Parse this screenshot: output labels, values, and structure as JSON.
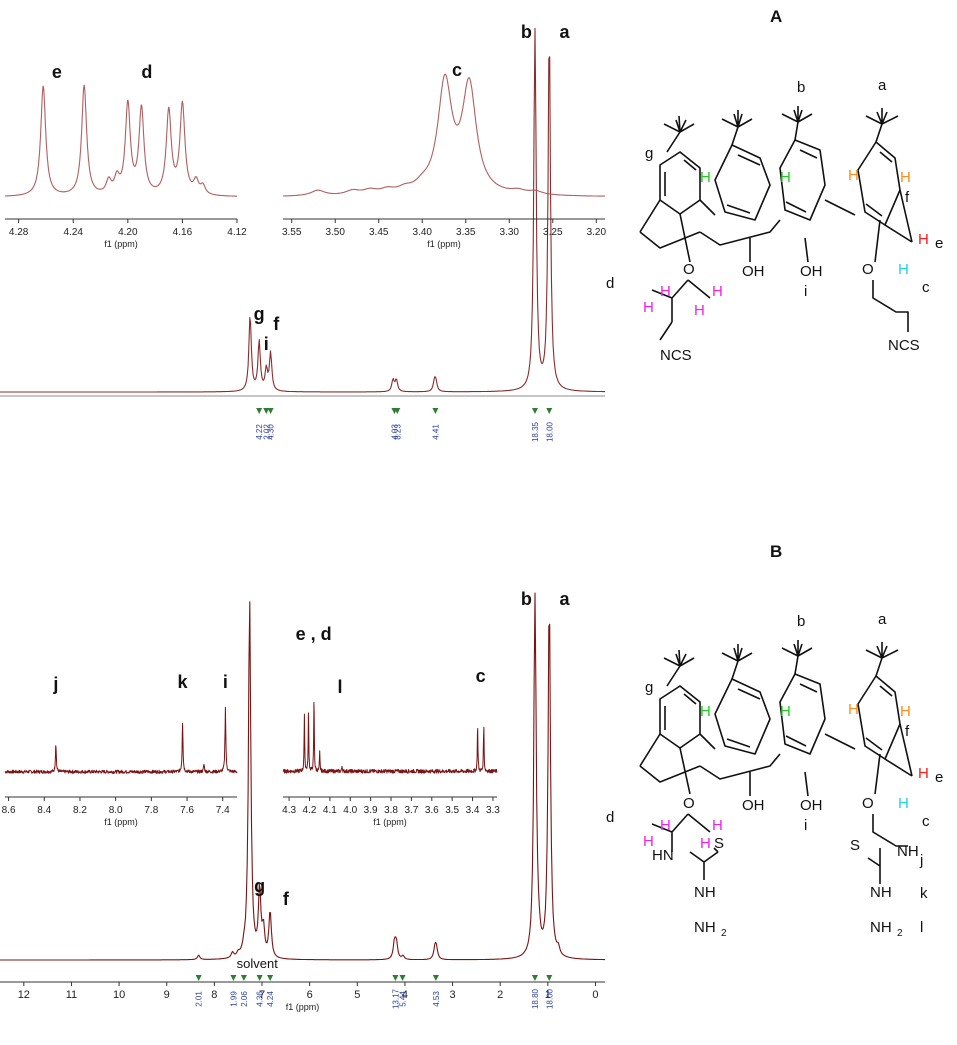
{
  "chart_data": [
    {
      "type": "line",
      "panel": "A-main",
      "xlabel": "",
      "xlim": [
        12.5,
        -0.2
      ],
      "x_ticks": [],
      "series": [
        {
          "color": "#8b2c2c",
          "peaks": [
            {
              "ppm": 7.25,
              "height": 0.85
            },
            {
              "ppm": 7.06,
              "height": 0.55
            },
            {
              "ppm": 6.91,
              "height": 0.23
            },
            {
              "ppm": 6.82,
              "height": 0.42
            },
            {
              "ppm": 4.25,
              "height": 0.13
            },
            {
              "ppm": 4.18,
              "height": 0.13
            },
            {
              "ppm": 3.38,
              "height": 0.11
            },
            {
              "ppm": 3.35,
              "height": 0.1
            },
            {
              "ppm": 1.27,
              "height": 4.0
            },
            {
              "ppm": 0.97,
              "height": 4.0
            }
          ]
        }
      ],
      "peak_labels": [
        {
          "text": "g",
          "ppm": 7.06
        },
        {
          "text": "i",
          "ppm": 6.91
        },
        {
          "text": "f",
          "ppm": 6.7
        },
        {
          "text": "b",
          "ppm": 1.45
        },
        {
          "text": "a",
          "ppm": 0.65
        }
      ],
      "integrals": [
        {
          "ppm": 7.06,
          "value": "4.22"
        },
        {
          "ppm": 6.91,
          "value": "2.02"
        },
        {
          "ppm": 6.82,
          "value": "4.30"
        },
        {
          "ppm": 4.22,
          "value": "4.03"
        },
        {
          "ppm": 4.16,
          "value": "8.23"
        },
        {
          "ppm": 3.36,
          "value": "4.41"
        },
        {
          "ppm": 1.27,
          "value": "18.35"
        },
        {
          "ppm": 0.97,
          "value": "18.00"
        }
      ]
    },
    {
      "type": "line",
      "panel": "A-inset-1",
      "xlabel": "f1 (ppm)",
      "xlim": [
        4.29,
        4.12
      ],
      "x_ticks": [
        "4.28",
        "4.24",
        "4.20",
        "4.16",
        "4.12"
      ],
      "series": [
        {
          "color": "#b06060",
          "peaks": [
            {
              "ppm": 4.262,
              "height": 1.0
            },
            {
              "ppm": 4.232,
              "height": 1.0
            },
            {
              "ppm": 4.214,
              "height": 0.12
            },
            {
              "ppm": 4.208,
              "height": 0.14
            },
            {
              "ppm": 4.2,
              "height": 0.82
            },
            {
              "ppm": 4.19,
              "height": 0.78
            },
            {
              "ppm": 4.17,
              "height": 0.76
            },
            {
              "ppm": 4.16,
              "height": 0.82
            },
            {
              "ppm": 4.15,
              "height": 0.12
            },
            {
              "ppm": 4.145,
              "height": 0.08
            }
          ]
        }
      ],
      "peak_labels": [
        {
          "text": "e",
          "ppm": 4.252
        },
        {
          "text": "d",
          "ppm": 4.186
        }
      ]
    },
    {
      "type": "line",
      "panel": "A-inset-2",
      "xlabel": "f1 (ppm)",
      "xlim": [
        3.56,
        3.19
      ],
      "x_ticks": [
        "3.55",
        "3.50",
        "3.45",
        "3.40",
        "3.35",
        "3.30",
        "3.25",
        "3.20"
      ],
      "series": [
        {
          "color": "#b06060",
          "peaks": [
            {
              "ppm": 3.52,
              "height": 0.05
            },
            {
              "ppm": 3.48,
              "height": 0.04
            },
            {
              "ppm": 3.46,
              "height": 0.04
            },
            {
              "ppm": 3.44,
              "height": 0.04
            },
            {
              "ppm": 3.42,
              "height": 0.04
            },
            {
              "ppm": 3.4,
              "height": 0.05
            },
            {
              "ppm": 3.374,
              "height": 1.0
            },
            {
              "ppm": 3.346,
              "height": 0.97
            },
            {
              "ppm": 3.29,
              "height": 0.03
            },
            {
              "ppm": 3.27,
              "height": 0.03
            }
          ]
        }
      ],
      "peak_labels": [
        {
          "text": "c",
          "ppm": 3.36
        }
      ]
    },
    {
      "type": "line",
      "panel": "B-main",
      "xlabel": "f1 (ppm)",
      "xlim": [
        12.5,
        -0.2
      ],
      "x_ticks": [
        "12",
        "11",
        "10",
        "9",
        "8",
        "7",
        "6",
        "5",
        "4",
        "3",
        "2",
        "1",
        "0"
      ],
      "series": [
        {
          "color": "#7a1414",
          "peaks": [
            {
              "ppm": 8.33,
              "height": 0.05
            },
            {
              "ppm": 7.62,
              "height": 0.06
            },
            {
              "ppm": 7.5,
              "height": 0.04
            },
            {
              "ppm": 7.38,
              "height": 0.06
            },
            {
              "ppm": 7.26,
              "height": 4.0
            },
            {
              "ppm": 7.05,
              "height": 0.75
            },
            {
              "ppm": 6.97,
              "height": 0.3
            },
            {
              "ppm": 6.83,
              "height": 0.52
            },
            {
              "ppm": 4.22,
              "height": 0.18
            },
            {
              "ppm": 4.18,
              "height": 0.18
            },
            {
              "ppm": 4.04,
              "height": 0.04
            },
            {
              "ppm": 3.37,
              "height": 0.12
            },
            {
              "ppm": 3.34,
              "height": 0.12
            },
            {
              "ppm": 1.27,
              "height": 4.0
            },
            {
              "ppm": 1.22,
              "height": 0.1
            },
            {
              "ppm": 1.18,
              "height": 0.08
            },
            {
              "ppm": 0.97,
              "height": 4.0
            },
            {
              "ppm": 0.78,
              "height": 0.08
            }
          ]
        }
      ],
      "peak_labels": [
        {
          "text": "g",
          "ppm": 7.05
        },
        {
          "text": "f",
          "ppm": 6.5
        },
        {
          "text": "b",
          "ppm": 1.45
        },
        {
          "text": "a",
          "ppm": 0.65
        }
      ],
      "annotations": [
        {
          "text": "solvent",
          "ppm": 7.1
        }
      ],
      "integrals": [
        {
          "ppm": 8.33,
          "value": "2.01"
        },
        {
          "ppm": 7.6,
          "value": "1.99"
        },
        {
          "ppm": 7.38,
          "value": "2.06"
        },
        {
          "ppm": 7.05,
          "value": "4.36"
        },
        {
          "ppm": 6.83,
          "value": "4.24"
        },
        {
          "ppm": 4.2,
          "value": "13.17"
        },
        {
          "ppm": 4.05,
          "value": "5.44"
        },
        {
          "ppm": 3.35,
          "value": "4.53"
        },
        {
          "ppm": 1.27,
          "value": "18.80"
        },
        {
          "ppm": 0.97,
          "value": "18.00"
        }
      ]
    },
    {
      "type": "line",
      "panel": "B-inset-1",
      "xlabel": "f1 (ppm)",
      "xlim": [
        8.62,
        7.32
      ],
      "x_ticks": [
        "8.6",
        "8.4",
        "8.2",
        "8.0",
        "7.8",
        "7.6",
        "7.4"
      ],
      "series": [
        {
          "color": "#7a1414",
          "peaks": [
            {
              "ppm": 8.335,
              "height": 0.45
            },
            {
              "ppm": 7.625,
              "height": 0.78
            },
            {
              "ppm": 7.505,
              "height": 0.12
            },
            {
              "ppm": 7.385,
              "height": 1.0
            }
          ]
        }
      ],
      "peak_labels": [
        {
          "text": "j",
          "ppm": 8.335
        },
        {
          "text": "k",
          "ppm": 7.625
        },
        {
          "text": "i",
          "ppm": 7.385
        }
      ]
    },
    {
      "type": "line",
      "panel": "B-inset-2",
      "xlabel": "f1 (ppm)",
      "xlim": [
        4.33,
        3.28
      ],
      "x_ticks": [
        "4.3",
        "4.2",
        "4.1",
        "4.0",
        "3.9",
        "3.8",
        "3.7",
        "3.6",
        "3.5",
        "3.4",
        "3.3"
      ],
      "series": [
        {
          "color": "#7a1414",
          "peaks": [
            {
              "ppm": 4.225,
              "height": 0.78
            },
            {
              "ppm": 4.205,
              "height": 0.82
            },
            {
              "ppm": 4.178,
              "height": 1.0
            },
            {
              "ppm": 4.15,
              "height": 0.25
            },
            {
              "ppm": 4.04,
              "height": 0.08
            },
            {
              "ppm": 3.375,
              "height": 0.64
            },
            {
              "ppm": 3.345,
              "height": 0.62
            }
          ]
        }
      ],
      "peak_labels": [
        {
          "text": "e , d",
          "ppm": 4.18
        },
        {
          "text": "l",
          "ppm": 4.05
        },
        {
          "text": "c",
          "ppm": 3.36
        }
      ]
    }
  ],
  "structures": [
    {
      "panel_label": "A",
      "labels": {
        "b": "b",
        "a": "a",
        "g": "g",
        "f": "f",
        "e": "e",
        "c": "c",
        "d": "d",
        "i": "i"
      },
      "groups": {
        "oh1": "OH",
        "oh2": "OH",
        "o1": "O",
        "o2": "O",
        "ncs1": "NCS",
        "ncs2": "NCS",
        "h": "H"
      }
    },
    {
      "panel_label": "B",
      "labels": {
        "b": "b",
        "a": "a",
        "g": "g",
        "f": "f",
        "e": "e",
        "c": "c",
        "d": "d",
        "i": "i",
        "j": "j",
        "k": "k",
        "l": "l"
      },
      "groups": {
        "oh1": "OH",
        "oh2": "OH",
        "o1": "O",
        "o2": "O",
        "h": "H",
        "hn": "HN",
        "nh": "NH",
        "s1": "S",
        "s2": "S",
        "nh_a": "NH",
        "nh_b": "NH",
        "nh2_a": "NH",
        "nh2_b": "NH",
        "sub2": "2"
      }
    }
  ],
  "colors": {
    "spectrum_A": "#8b2c2c",
    "inset_A": "#b06060",
    "spectrum_B": "#7a1414",
    "integral_text": "#2b3f9e",
    "integral_marker": "#2e7d32",
    "H_green": "#22cc22",
    "H_orange": "#ff8c1a",
    "H_red": "#ff1a1a",
    "H_cyan": "#22d4e0",
    "H_magenta": "#ee22ee"
  }
}
